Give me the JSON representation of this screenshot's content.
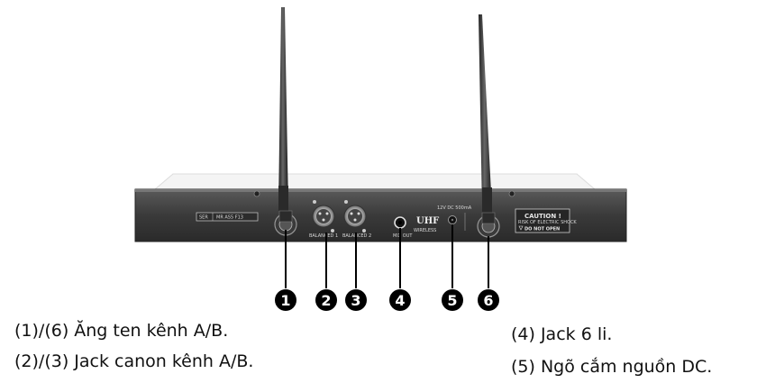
{
  "panel": {
    "serial_label": "SER",
    "serial_value": "MR AS5 F13",
    "xlr_a_label": "BALANCED 1",
    "xlr_b_label": "BALANCED 2",
    "jack_label": "MIX OUT",
    "brand": "UHF",
    "brand_sub": "WIRELESS",
    "dc_label": "12V DC 500mA",
    "caution_title": "CAUTION !",
    "caution_sub": "RISK OF ELECTRIC SHOCK",
    "caution_warn": "DO NOT OPEN"
  },
  "callouts": [
    "1",
    "2",
    "3",
    "4",
    "5",
    "6"
  ],
  "captions": {
    "antenna": "(1)/(6) Ăng ten kênh A/B.",
    "xlr": "(2)/(3) Jack canon kênh A/B.",
    "jack": "(4) Jack 6 li.",
    "dc": "(5) Ngõ cắm nguồn DC."
  }
}
